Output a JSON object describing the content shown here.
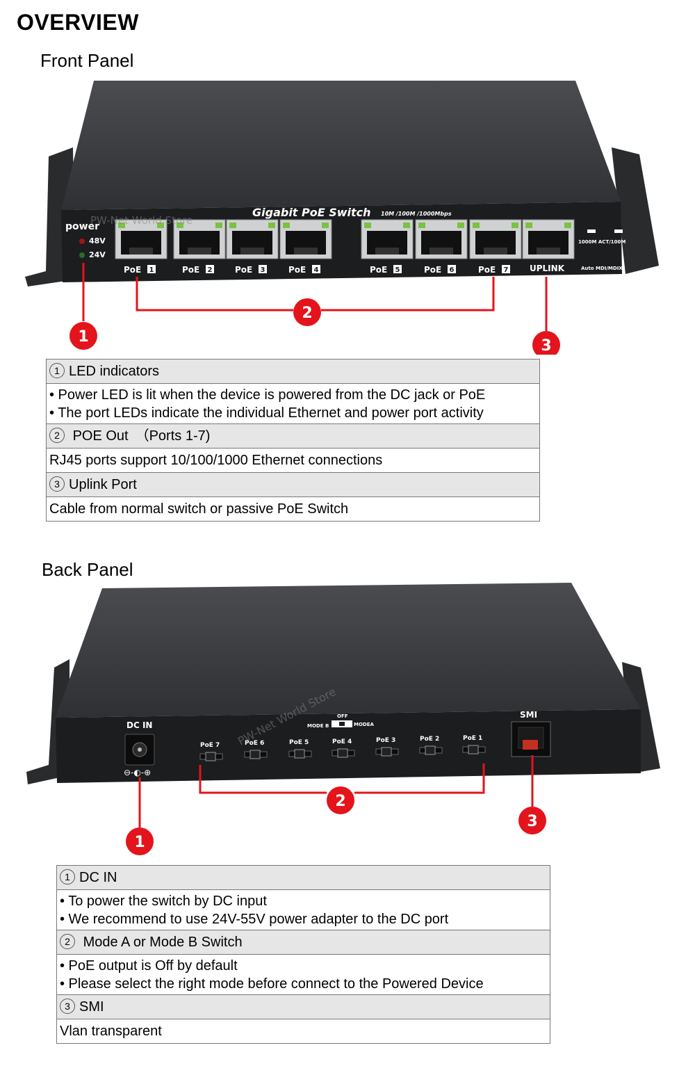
{
  "header": {
    "title": "OVERVIEW"
  },
  "front": {
    "title": "Front Panel",
    "device": {
      "brand": "Gigabit PoE Switch",
      "speed": "10M /100M /1000Mbps",
      "power_label": "power",
      "v48": "48V",
      "v24": "24V",
      "ports": [
        "PoE",
        "PoE",
        "PoE",
        "PoE",
        "PoE",
        "PoE",
        "PoE"
      ],
      "port_nums": [
        "1",
        "2",
        "3",
        "4",
        "5",
        "6",
        "7"
      ],
      "uplink": "UPLINK",
      "led_legend": "1000M  ACT/100M",
      "auto": "Auto MDI/MDIX",
      "watermark": "PW-Net World Store"
    },
    "callouts": [
      "1",
      "2",
      "3"
    ],
    "table": {
      "s1_num": "1",
      "s1_title": "LED indicators",
      "s1_lines": [
        "• Power LED is lit when the device is powered from the DC jack or PoE",
        "• The port LEDs indicate the individual Ethernet and power port activity"
      ],
      "s2_num": "2",
      "s2_title": "POE Out",
      "s2_extra": "（Ports 1-7)",
      "s2_line": "RJ45 ports support 10/100/1000 Ethernet connections",
      "s3_num": "3",
      "s3_title": "Uplink Port",
      "s3_line": "Cable from normal switch or passive PoE Switch"
    }
  },
  "back": {
    "title": "Back Panel",
    "device": {
      "dc_in": "DC IN",
      "polarity": "⊖-◐-⊕",
      "smi": "SMI",
      "off": "OFF",
      "mode_b": "MODE B",
      "mode_a": "MODEA",
      "jumpers": [
        "PoE 7",
        "PoE 6",
        "PoE 5",
        "PoE 4",
        "PoE 3",
        "PoE 2",
        "PoE 1"
      ],
      "watermark": "PW-Net World Store"
    },
    "callouts": [
      "1",
      "2",
      "3"
    ],
    "table": {
      "s1_num": "1",
      "s1_title": "DC IN",
      "s1_lines": [
        "• To power the switch by DC input",
        "• We recommend to use 24V-55V power adapter to the DC port"
      ],
      "s2_num": "2",
      "s2_title": "Mode A or Mode B Switch",
      "s2_lines": [
        "• PoE output is Off by default",
        "• Please select the right mode before connect to the Powered Device"
      ],
      "s3_num": "3",
      "s3_title": "SMI",
      "s3_line": "Vlan transparent"
    }
  },
  "colors": {
    "callout": "#e3141b",
    "device_top": "#3d3f43",
    "device_face": "#1c1d1f",
    "led_green": "#7bc142"
  }
}
